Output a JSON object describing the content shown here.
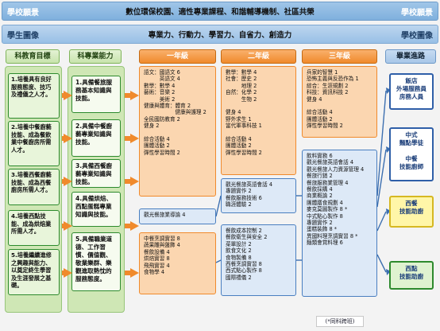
{
  "school_vision": {
    "left_tag": "學校願景",
    "right_tag": "學校願景",
    "text": "數位環保校園、適性專業課程、和諧輔導機制、社區共榮"
  },
  "student_profile": {
    "left_tag": "學生圖像",
    "right_tag": "學校圖像",
    "text": "專業力、行動力、學習力、自省力、創造力"
  },
  "columns": {
    "goals": "科教育目標",
    "abilities": "科專業能力",
    "year1": "一年級",
    "year2": "二年級",
    "year3": "三年級",
    "paths": "畢業進路"
  },
  "goals": [
    "1.培養具有良好服務態度、技巧及禮儀之人才。",
    "2.培養中餐廚藝技能、成為餐飲業中餐廚房所需人才。",
    "3.培養西餐廚藝技能、成為西餐廚房所需人才。",
    "4.培養西點技能、成為烘焙業所需人才。",
    "5.培養繼續進修之興趣與能力、以奠定終生學習及生涯發展之基礎。"
  ],
  "abilities": [
    "1.具備餐旅服務基本知識與技能。",
    "2.具備中餐廚藝專業知識與技能。",
    "3.具備西餐廚藝專業知識與技能。",
    "4.具備烘焙、西點蛋糕專業知識與技能。",
    "5.具備職業道德、工作習慣、價值觀、敬業樂群、樂觀進取熱忱的服務態度。"
  ],
  "year1": {
    "box_a": "語文：國語文 6\n　　　英語文 4\n數學：數學 4\n藝術：音樂 2\n　　　美術 2\n健康與體育：體育 2\n　　　　　　健康與護理 2\n全民國防教育 2\n健身 2\n\n綜合活動 4\n團體活動 2\n彈性學習時間 2",
    "box_b": "觀光餐旅業導論 4",
    "box_c": "中餐烹調實習 8\n蔬果雕與盤飾 4\n餐飲設備 4\n烘焙實習 8\n飛飛實習 4\n食物學 4"
  },
  "year2": {
    "box_a": "數學：數學 4\n社會：歷史 2\n　　　地理 2\n自然：化學 2\n　　　生物 2\n\n健身 4\n野外求生 1\n當代軍事科技 1\n\n綜合活動 4\n團體活動 2\n彈性學習時間 2",
    "box_b": "觀光餐旅英語會話 4\n專題實作 2\n餐飲服務技術 6\n職涯體驗 2",
    "box_c": "餐飲成本控制 2\n餐飲衛生與安全 2\n菜單設計 2\n飲食文化 2\n食物製備 8\n西餐烹調實習 8\n西式點心製作 8\n國際禮儀 2"
  },
  "year3": {
    "box_a": "兵家的智慧 1\n恐怖主義與反恐作為 1\n綜合：生涯規劃 2\n科技：資訊科技 2\n健身 4\n\n綜合活動 4\n團體活動 2\n彈性學習時間 2",
    "box_b": "飲料實務 6\n觀光餐旅英語會話 4\n觀光餐旅人力資源管理 4\n餐旅行銷 2\n餐旅服務業管理 4\n餐飲採購 4\n商業概論 2\n團體膳食規劃 4\n麥克莫圖製作 8 *\n中式點心製作 8\n專題實作 2\n蛋糕裝飾 8 *\n異國料理烹調實習 8 *\n麵類會賞料理 6"
  },
  "paths": {
    "hotel": "飯店\n外場服務員\n房務人員",
    "chinese_chef": "中式\n麵點學徒\n\n中餐\n技能廚師",
    "western_chef": "西餐\n技能助廚",
    "pastry_chef": "西點\n技能助廚"
  },
  "footer": "(*同科跨班)"
}
